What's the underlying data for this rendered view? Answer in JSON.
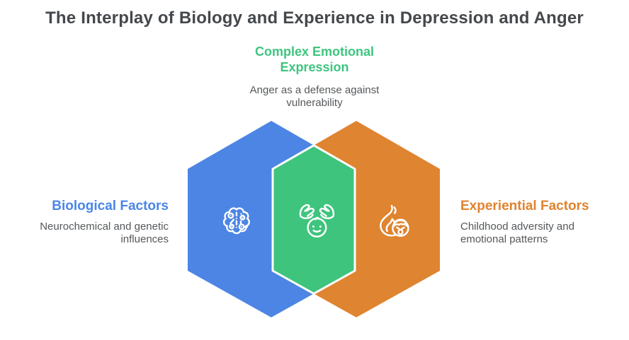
{
  "title": "The Interplay of Biology and Experience in Depression and Anger",
  "colors": {
    "blue": "#4C85E4",
    "green": "#3EC47D",
    "orange": "#DF8430",
    "heading_blue": "#4A86E8",
    "heading_green": "#3EC57F",
    "heading_orange": "#E0832E",
    "title_text": "#44484C",
    "body_text": "#55585B",
    "icon_stroke": "#FFFFFF"
  },
  "nodes": {
    "center": {
      "heading": "Complex Emotional Expression",
      "subtitle": "Anger as a defense against vulnerability",
      "icon": "caring-hands-child-icon"
    },
    "left": {
      "heading": "Biological Factors",
      "subtitle": "Neurochemical and genetic influences",
      "icon": "circuit-brain-icon"
    },
    "right": {
      "heading": "Experiential Factors",
      "subtitle": "Childhood adversity and emotional patterns",
      "icon": "anger-flame-face-icon"
    }
  }
}
